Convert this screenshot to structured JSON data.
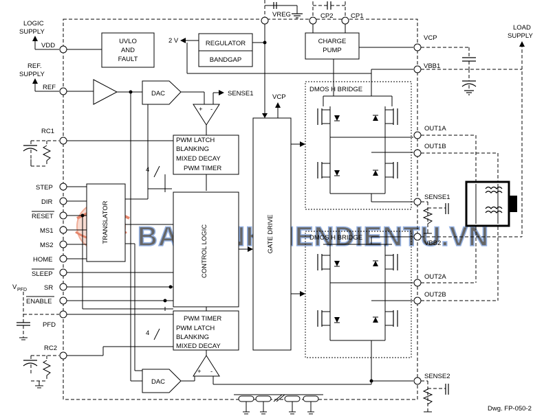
{
  "pins_left": {
    "logic_supply_1": "LOGIC",
    "logic_supply_2": "SUPPLY",
    "vdd": "VDD",
    "ref_supply_1": "REF.",
    "ref_supply_2": "SUPPLY",
    "ref": "REF",
    "rc1": "RC1",
    "step": "STEP",
    "dir": "DIR",
    "reset": "RESET",
    "ms1": "MS1",
    "ms2": "MS2",
    "home": "HOME",
    "sleep": "SLEEP",
    "vpfd_main": "V",
    "vpfd_sub": "PFD",
    "sr": "SR",
    "enable": "ENABLE",
    "pfd": "PFD",
    "rc2": "RC2"
  },
  "pins_right": {
    "vcp": "VCP",
    "vbb1": "VBB1",
    "load_supply_1": "LOAD",
    "load_supply_2": "SUPPLY",
    "out1a": "OUT1A",
    "out1b": "OUT1B",
    "sense1": "SENSE1",
    "vbb2": "VBB2",
    "out2a": "OUT2A",
    "out2b": "OUT2B",
    "sense2": "SENSE2"
  },
  "pins_top": {
    "vreg": "VREG",
    "cp2": "CP2",
    "cp1": "CP1"
  },
  "blocks": {
    "uvlo_1": "UVLO",
    "uvlo_2": "AND",
    "uvlo_3": "FAULT",
    "regulator": "REGULATOR",
    "bandgap": "BANDGAP",
    "two_volt": "2 V",
    "charge_pump_1": "CHARGE",
    "charge_pump_2": "PUMP",
    "dac_top": "DAC",
    "dac_bottom": "DAC",
    "sense1_ref": "SENSE1",
    "vcp_internal": "VCP",
    "pwm1_1": "PWM LATCH",
    "pwm1_2": "BLANKING",
    "pwm1_3": "MIXED DECAY",
    "pwm1_4": "PWM TIMER",
    "pwm2_1": "PWM TIMER",
    "pwm2_2": "PWM LATCH",
    "pwm2_3": "BLANKING",
    "pwm2_4": "MIXED DECAY",
    "translator": "TRANSLATOR",
    "control_logic": "CONTROL LOGIC",
    "gate_drive": "GATE DRIVE",
    "dmos1": "DMOS H BRIDGE",
    "dmos2": "DMOS H BRIDGE",
    "bus_width_top": "4",
    "bus_width_bottom": "4",
    "comp_plus": "+",
    "comp_minus": "-"
  },
  "footer": {
    "drawing_number": "Dwg. FP-050-2"
  },
  "watermark": {
    "text": "BANLINHKIENDIENTU.VN",
    "color": "#4f7fd0"
  }
}
